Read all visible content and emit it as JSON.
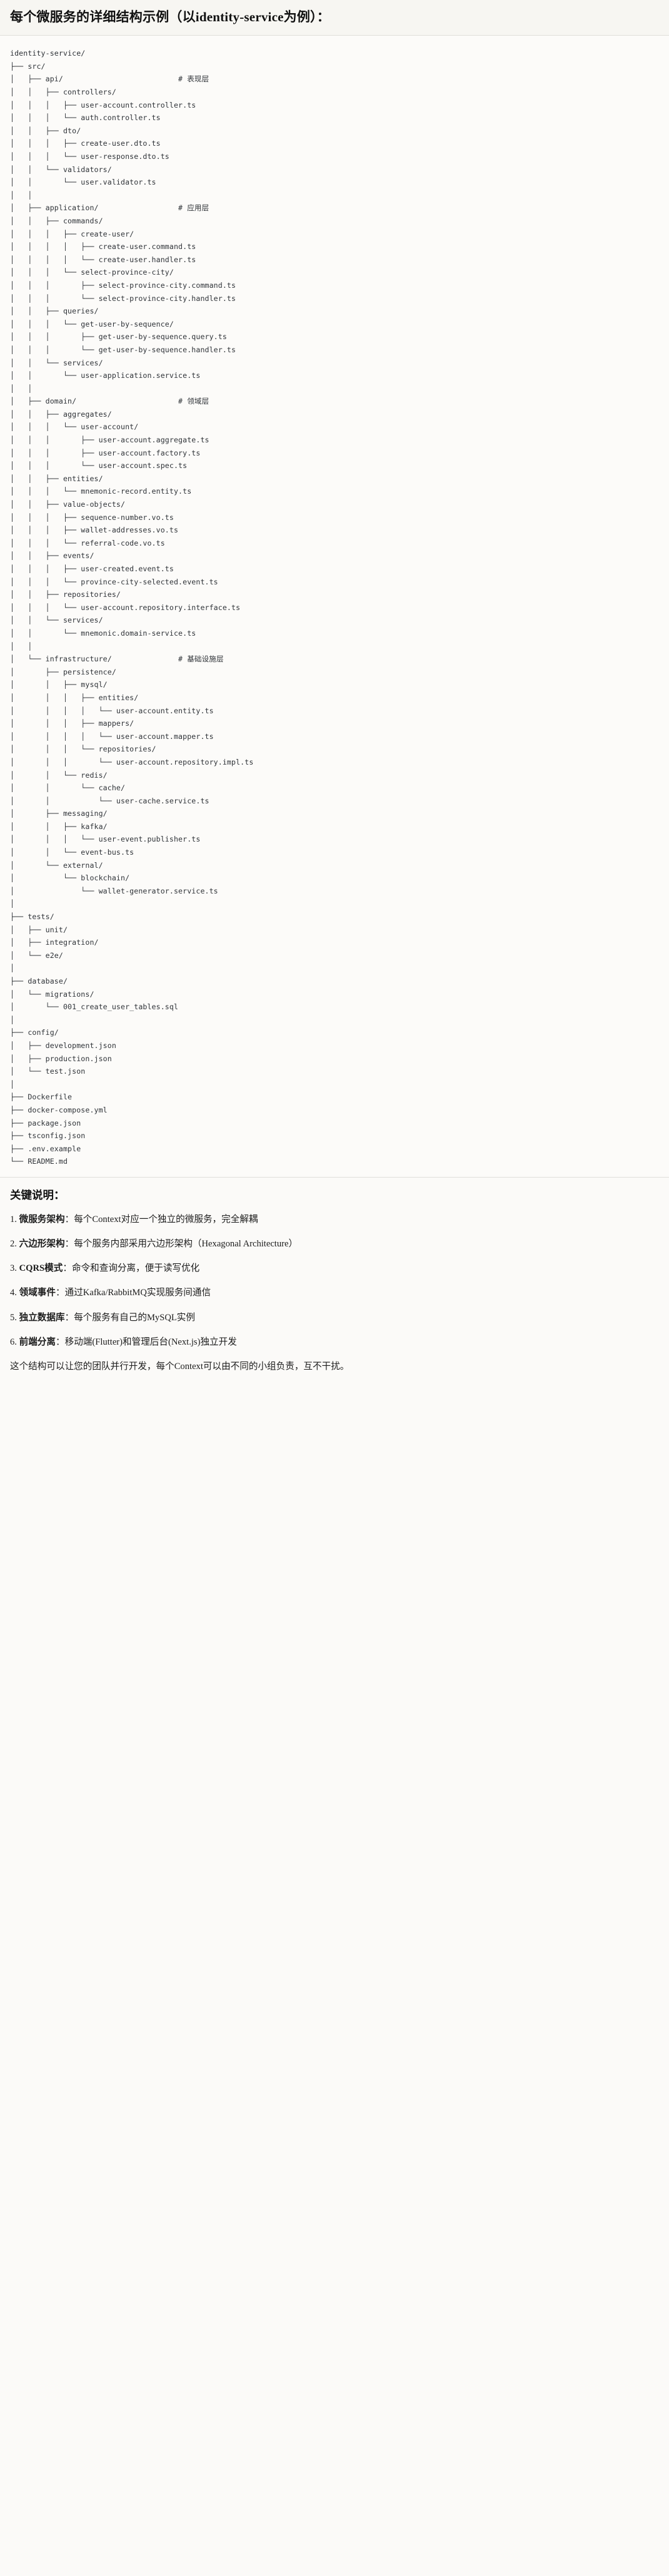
{
  "heading": {
    "title": "每个微服务的详细结构示例（以identity-service为例）："
  },
  "tree": {
    "root": "identity-service/",
    "text": "identity-service/\n├── src/\n│   ├── api/                          # 表现层\n│   │   ├── controllers/\n│   │   │   ├── user-account.controller.ts\n│   │   │   └── auth.controller.ts\n│   │   ├── dto/\n│   │   │   ├── create-user.dto.ts\n│   │   │   └── user-response.dto.ts\n│   │   └── validators/\n│   │       └── user.validator.ts\n│   │\n│   ├── application/                  # 应用层\n│   │   ├── commands/\n│   │   │   ├── create-user/\n│   │   │   │   ├── create-user.command.ts\n│   │   │   │   └── create-user.handler.ts\n│   │   │   └── select-province-city/\n│   │   │       ├── select-province-city.command.ts\n│   │   │       └── select-province-city.handler.ts\n│   │   ├── queries/\n│   │   │   └── get-user-by-sequence/\n│   │   │       ├── get-user-by-sequence.query.ts\n│   │   │       └── get-user-by-sequence.handler.ts\n│   │   └── services/\n│   │       └── user-application.service.ts\n│   │\n│   ├── domain/                       # 领域层\n│   │   ├── aggregates/\n│   │   │   └── user-account/\n│   │   │       ├── user-account.aggregate.ts\n│   │   │       ├── user-account.factory.ts\n│   │   │       └── user-account.spec.ts\n│   │   ├── entities/\n│   │   │   └── mnemonic-record.entity.ts\n│   │   ├── value-objects/\n│   │   │   ├── sequence-number.vo.ts\n│   │   │   ├── wallet-addresses.vo.ts\n│   │   │   └── referral-code.vo.ts\n│   │   ├── events/\n│   │   │   ├── user-created.event.ts\n│   │   │   └── province-city-selected.event.ts\n│   │   ├── repositories/\n│   │   │   └── user-account.repository.interface.ts\n│   │   └── services/\n│   │       └── mnemonic.domain-service.ts\n│   │\n│   └── infrastructure/               # 基础设施层\n│       ├── persistence/\n│       │   ├── mysql/\n│       │   │   ├── entities/\n│       │   │   │   └── user-account.entity.ts\n│       │   │   ├── mappers/\n│       │   │   │   └── user-account.mapper.ts\n│       │   │   └── repositories/\n│       │   │       └── user-account.repository.impl.ts\n│       │   └── redis/\n│       │       └── cache/\n│       │           └── user-cache.service.ts\n│       ├── messaging/\n│       │   ├── kafka/\n│       │   │   └── user-event.publisher.ts\n│       │   └── event-bus.ts\n│       └── external/\n│           └── blockchain/\n│               └── wallet-generator.service.ts\n│\n├── tests/\n│   ├── unit/\n│   ├── integration/\n│   └── e2e/\n│\n├── database/\n│   └── migrations/\n│       └── 001_create_user_tables.sql\n│\n├── config/\n│   ├── development.json\n│   ├── production.json\n│   └── test.json\n│\n├── Dockerfile\n├── docker-compose.yml\n├── package.json\n├── tsconfig.json\n├── .env.example\n└── README.md",
    "layer_comments": [
      {
        "path": "api/",
        "comment": "# 表现层"
      },
      {
        "path": "application/",
        "comment": "# 应用层"
      },
      {
        "path": "domain/",
        "comment": "# 领域层"
      },
      {
        "path": "infrastructure/",
        "comment": "# 基础设施层"
      }
    ],
    "root_files": [
      "Dockerfile",
      "docker-compose.yml",
      "package.json",
      "tsconfig.json",
      ".env.example",
      "README.md"
    ]
  },
  "notes": {
    "title": "关键说明：",
    "items": [
      {
        "num": "1.",
        "term": "微服务架构",
        "sep": "：",
        "desc": "每个Context对应一个独立的微服务，完全解耦"
      },
      {
        "num": "2.",
        "term": "六边形架构",
        "sep": "：",
        "desc": "每个服务内部采用六边形架构（Hexagonal Architecture）"
      },
      {
        "num": "3.",
        "term": "CQRS模式",
        "sep": "：",
        "desc": "命令和查询分离，便于读写优化"
      },
      {
        "num": "4.",
        "term": "领域事件",
        "sep": "：",
        "desc": "通过Kafka/RabbitMQ实现服务间通信"
      },
      {
        "num": "5.",
        "term": "独立数据库",
        "sep": "：",
        "desc": "每个服务有自己的MySQL实例"
      },
      {
        "num": "6.",
        "term": "前端分离",
        "sep": "：",
        "desc": "移动端(Flutter)和管理后台(Next.js)独立开发"
      }
    ],
    "closing": "这个结构可以让您的团队并行开发，每个Context可以由不同的小组负责，互不干扰。"
  },
  "colors": {
    "heading_bg": "#f7f6f2",
    "code_bg": "#fcfbf9",
    "page_bg": "#fbfaf8",
    "divider": "#e0dfda",
    "code_text": "#2f3338",
    "body_text": "#1c1c1c"
  }
}
